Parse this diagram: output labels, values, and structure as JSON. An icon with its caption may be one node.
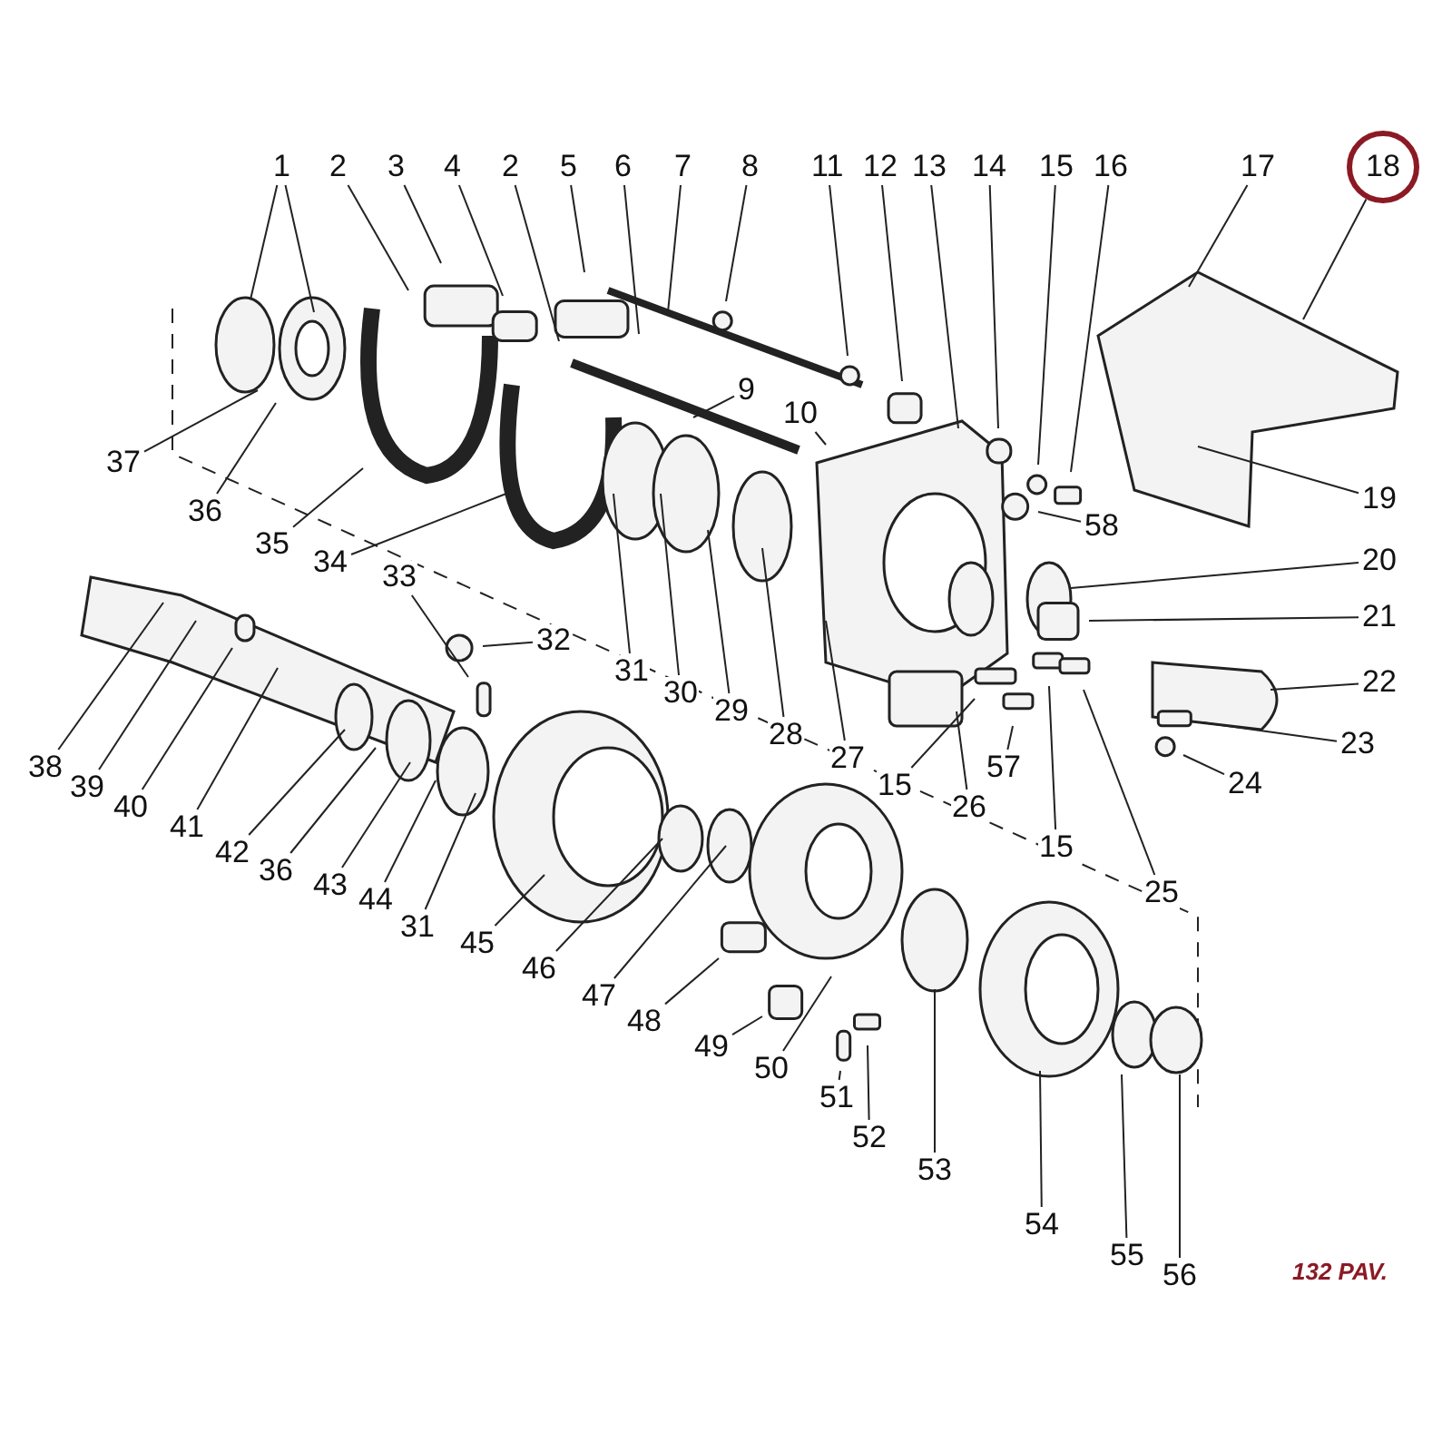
{
  "diagram": {
    "nodes": [
      {
        "text": [
          "1"
        ]
      },
      {
        "text": [
          "2"
        ]
      },
      {
        "text": [
          "3"
        ]
      },
      {
        "text": [
          "4"
        ]
      },
      {
        "text": [
          "2"
        ]
      },
      {
        "text": [
          "5"
        ]
      },
      {
        "text": [
          "6"
        ]
      },
      {
        "text": [
          "7"
        ]
      },
      {
        "text": [
          "8"
        ]
      },
      {
        "text": [
          "11"
        ]
      },
      {
        "text": [
          "12"
        ]
      },
      {
        "text": [
          "13"
        ]
      },
      {
        "text": [
          "14"
        ]
      },
      {
        "text": [
          "15"
        ]
      },
      {
        "text": [
          "16"
        ]
      },
      {
        "text": [
          "17"
        ]
      },
      {
        "text": [
          "18"
        ]
      },
      {
        "text": [
          "9"
        ]
      },
      {
        "text": [
          "10"
        ]
      },
      {
        "text": [
          "37"
        ]
      },
      {
        "text": [
          "19"
        ]
      },
      {
        "text": [
          "36"
        ]
      },
      {
        "text": [
          "58"
        ]
      },
      {
        "text": [
          "35"
        ]
      },
      {
        "text": [
          "20"
        ]
      },
      {
        "text": [
          "34"
        ]
      },
      {
        "text": [
          "33"
        ]
      },
      {
        "text": [
          "32"
        ]
      },
      {
        "text": [
          "21"
        ]
      },
      {
        "text": [
          "31"
        ]
      },
      {
        "text": [
          "30"
        ]
      },
      {
        "text": [
          "22"
        ]
      },
      {
        "text": [
          "29"
        ]
      },
      {
        "text": [
          "28"
        ]
      },
      {
        "text": [
          "38"
        ]
      },
      {
        "text": [
          "39"
        ]
      },
      {
        "text": [
          "40"
        ]
      },
      {
        "text": [
          "27"
        ]
      },
      {
        "text": [
          "23"
        ]
      },
      {
        "text": [
          "15"
        ]
      },
      {
        "text": [
          "57"
        ]
      },
      {
        "text": [
          "26"
        ]
      },
      {
        "text": [
          "41"
        ]
      },
      {
        "text": [
          "24"
        ]
      },
      {
        "text": [
          "42"
        ]
      },
      {
        "text": [
          "36"
        ]
      },
      {
        "text": [
          "15"
        ]
      },
      {
        "text": [
          "43"
        ]
      },
      {
        "text": [
          "25"
        ]
      },
      {
        "text": [
          "44"
        ]
      },
      {
        "text": [
          "31"
        ]
      },
      {
        "text": [
          "45"
        ]
      },
      {
        "text": [
          "46"
        ]
      },
      {
        "text": [
          "47"
        ]
      },
      {
        "text": [
          "48"
        ]
      },
      {
        "text": [
          "49"
        ]
      },
      {
        "text": [
          "50"
        ]
      },
      {
        "text": [
          "51"
        ]
      },
      {
        "text": [
          "52"
        ]
      },
      {
        "text": [
          "53"
        ]
      },
      {
        "text": [
          "54"
        ]
      },
      {
        "text": [
          "55"
        ]
      },
      {
        "text": [
          "56"
        ]
      }
    ],
    "edges": [
      {
        "from": 0,
        "to": null,
        "arrow": "none"
      },
      {
        "from": 0,
        "to": null,
        "arrow": "none"
      },
      {
        "from": 1,
        "to": null,
        "arrow": "none"
      },
      {
        "from": 2,
        "to": null,
        "arrow": "none"
      },
      {
        "from": 3,
        "to": null,
        "arrow": "none"
      },
      {
        "from": 4,
        "to": null,
        "arrow": "none"
      },
      {
        "from": 5,
        "to": null,
        "arrow": "none"
      },
      {
        "from": 6,
        "to": null,
        "arrow": "none"
      },
      {
        "from": 7,
        "to": null,
        "arrow": "none"
      },
      {
        "from": 8,
        "to": null,
        "arrow": "none"
      },
      {
        "from": 9,
        "to": null,
        "arrow": "none"
      },
      {
        "from": 10,
        "to": null,
        "arrow": "none"
      },
      {
        "from": 11,
        "to": null,
        "arrow": "none"
      },
      {
        "from": 12,
        "to": null,
        "arrow": "none"
      },
      {
        "from": 13,
        "to": null,
        "arrow": "none"
      },
      {
        "from": 14,
        "to": null,
        "arrow": "none"
      },
      {
        "from": 15,
        "to": null,
        "arrow": "none"
      },
      {
        "from": 16,
        "to": null,
        "arrow": "none"
      },
      {
        "from": 17,
        "to": null,
        "arrow": "none"
      },
      {
        "from": 18,
        "to": null,
        "arrow": "none"
      },
      {
        "from": 19,
        "to": null,
        "arrow": "none"
      },
      {
        "from": 20,
        "to": null,
        "arrow": "none"
      },
      {
        "from": 21,
        "to": null,
        "arrow": "none"
      },
      {
        "from": 22,
        "to": null,
        "arrow": "none"
      },
      {
        "from": 23,
        "to": null,
        "arrow": "none"
      },
      {
        "from": 24,
        "to": null,
        "arrow": "none"
      },
      {
        "from": 25,
        "to": null,
        "arrow": "none"
      },
      {
        "from": 26,
        "to": null,
        "arrow": "none"
      },
      {
        "from": 27,
        "to": null,
        "arrow": "none"
      },
      {
        "from": 28,
        "to": null,
        "arrow": "none"
      },
      {
        "from": 29,
        "to": null,
        "arrow": "none"
      },
      {
        "from": 30,
        "to": null,
        "arrow": "none"
      },
      {
        "from": 31,
        "to": null,
        "arrow": "none"
      },
      {
        "from": 32,
        "to": null,
        "arrow": "none"
      },
      {
        "from": 33,
        "to": null,
        "arrow": "none"
      },
      {
        "from": 34,
        "to": null,
        "arrow": "none"
      },
      {
        "from": 35,
        "to": null,
        "arrow": "none"
      },
      {
        "from": 36,
        "to": null,
        "arrow": "none"
      },
      {
        "from": 37,
        "to": null,
        "arrow": "none"
      },
      {
        "from": 38,
        "to": null,
        "arrow": "none"
      },
      {
        "from": 39,
        "to": null,
        "arrow": "none"
      },
      {
        "from": 40,
        "to": null,
        "arrow": "none"
      },
      {
        "from": 41,
        "to": null,
        "arrow": "none"
      },
      {
        "from": 42,
        "to": null,
        "arrow": "none"
      },
      {
        "from": 43,
        "to": null,
        "arrow": "none"
      },
      {
        "from": 44,
        "to": null,
        "arrow": "none"
      },
      {
        "from": 45,
        "to": null,
        "arrow": "none"
      },
      {
        "from": 46,
        "to": null,
        "arrow": "none"
      },
      {
        "from": 47,
        "to": null,
        "arrow": "none"
      },
      {
        "from": 48,
        "to": null,
        "arrow": "none"
      },
      {
        "from": 49,
        "to": null,
        "arrow": "none"
      },
      {
        "from": 50,
        "to": null,
        "arrow": "none"
      },
      {
        "from": 51,
        "to": null,
        "arrow": "none"
      },
      {
        "from": 52,
        "to": null,
        "arrow": "none"
      },
      {
        "from": 53,
        "to": null,
        "arrow": "none"
      },
      {
        "from": 54,
        "to": null,
        "arrow": "none"
      },
      {
        "from": 55,
        "to": null,
        "arrow": "none"
      },
      {
        "from": 56,
        "to": null,
        "arrow": "none"
      },
      {
        "from": 57,
        "to": null,
        "arrow": "none"
      },
      {
        "from": 58,
        "to": null,
        "arrow": "none"
      },
      {
        "from": 59,
        "to": null,
        "arrow": "none"
      },
      {
        "from": 60,
        "to": null,
        "arrow": "none"
      },
      {
        "from": 61,
        "to": null,
        "arrow": "none"
      },
      {
        "from": 62,
        "to": null,
        "arrow": "none"
      }
    ],
    "labels": [
      "132 PAV."
    ]
  }
}
